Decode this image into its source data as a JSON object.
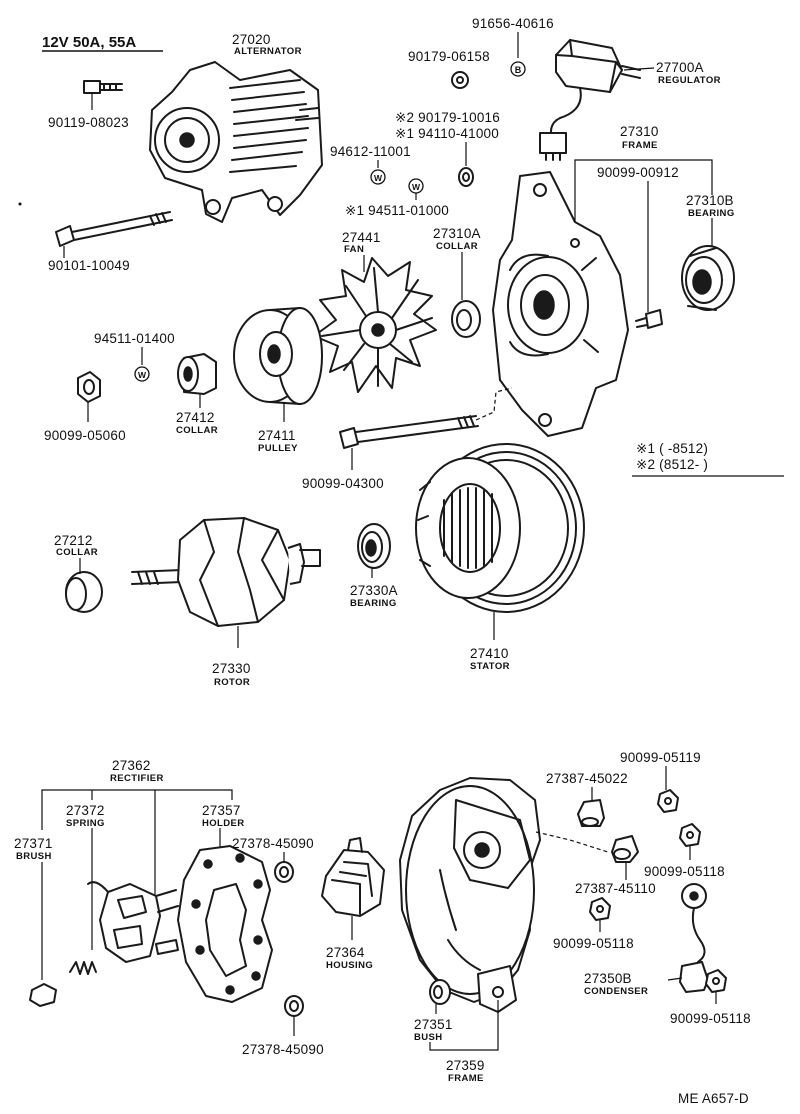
{
  "header": {
    "title": "12V 50A, 55A"
  },
  "note": {
    "line1": "※1 (      -8512)",
    "line2": "※2 (8512-      )"
  },
  "circle_marks": {
    "b": "B",
    "w": "W"
  },
  "footer": {
    "code": "ME A657-D"
  },
  "parts": [
    {
      "id": "p27020",
      "number": "27020",
      "name": "ALTERNATOR"
    },
    {
      "id": "p90119",
      "number": "90119-08023",
      "name": ""
    },
    {
      "id": "p90101",
      "number": "90101-10049",
      "name": ""
    },
    {
      "id": "p91656",
      "number": "91656-40616",
      "name": ""
    },
    {
      "id": "p90179a",
      "number": "90179-06158",
      "name": ""
    },
    {
      "id": "p27700A",
      "number": "27700A",
      "name": "REGULATOR"
    },
    {
      "id": "p90179b",
      "number": "※2 90179-10016",
      "name": ""
    },
    {
      "id": "p94110",
      "number": "※1 94110-41000",
      "name": ""
    },
    {
      "id": "p94612",
      "number": "94612-11001",
      "name": ""
    },
    {
      "id": "p94511a",
      "number": "※1 94511-01000",
      "name": ""
    },
    {
      "id": "p27310",
      "number": "27310",
      "name": "FRAME"
    },
    {
      "id": "p90099_00912",
      "number": "90099-00912",
      "name": ""
    },
    {
      "id": "p27310B",
      "number": "27310B",
      "name": "BEARING"
    },
    {
      "id": "p27441",
      "number": "27441",
      "name": "FAN"
    },
    {
      "id": "p27310A",
      "number": "27310A",
      "name": "COLLAR"
    },
    {
      "id": "p94511b",
      "number": "94511-01400",
      "name": ""
    },
    {
      "id": "p90099_05060",
      "number": "90099-05060",
      "name": ""
    },
    {
      "id": "p27412",
      "number": "27412",
      "name": "COLLAR"
    },
    {
      "id": "p27411",
      "number": "27411",
      "name": "PULLEY"
    },
    {
      "id": "p90099_04300",
      "number": "90099-04300",
      "name": ""
    },
    {
      "id": "p27212",
      "number": "27212",
      "name": "COLLAR"
    },
    {
      "id": "p27330",
      "number": "27330",
      "name": "ROTOR"
    },
    {
      "id": "p27330A",
      "number": "27330A",
      "name": "BEARING"
    },
    {
      "id": "p27410",
      "number": "27410",
      "name": "STATOR"
    },
    {
      "id": "p27362",
      "number": "27362",
      "name": "RECTIFIER"
    },
    {
      "id": "p27372",
      "number": "27372",
      "name": "SPRING"
    },
    {
      "id": "p27357",
      "number": "27357",
      "name": "HOLDER"
    },
    {
      "id": "p27371",
      "number": "27371",
      "name": "BRUSH"
    },
    {
      "id": "p27378a",
      "number": "27378-45090",
      "name": ""
    },
    {
      "id": "p27378b",
      "number": "27378-45090",
      "name": ""
    },
    {
      "id": "p27364",
      "number": "27364",
      "name": "HOUSING"
    },
    {
      "id": "p27387a",
      "number": "27387-45022",
      "name": ""
    },
    {
      "id": "p27387b",
      "number": "27387-45110",
      "name": ""
    },
    {
      "id": "p90099_05119",
      "number": "90099-05119",
      "name": ""
    },
    {
      "id": "p90099_05118a",
      "number": "90099-05118",
      "name": ""
    },
    {
      "id": "p90099_05118b",
      "number": "90099-05118",
      "name": ""
    },
    {
      "id": "p90099_05118c",
      "number": "90099-05118",
      "name": ""
    },
    {
      "id": "p27350B",
      "number": "27350B",
      "name": "CONDENSER"
    },
    {
      "id": "p27351",
      "number": "27351",
      "name": "BUSH"
    },
    {
      "id": "p27359",
      "number": "27359",
      "name": "FRAME"
    }
  ]
}
